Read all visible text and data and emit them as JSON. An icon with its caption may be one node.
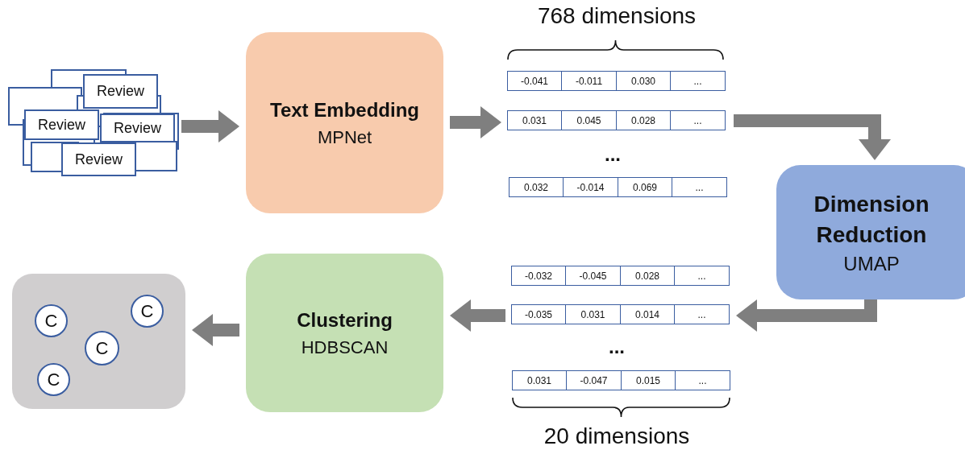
{
  "diagram": {
    "nodes": [
      {
        "text": [
          "Review"
        ]
      },
      {
        "text": [
          "Review"
        ]
      },
      {
        "text": [
          "Review"
        ]
      },
      {
        "text": [
          "Review"
        ]
      },
      {
        "text": [
          "Text Embedding",
          "MPNet"
        ]
      },
      {
        "text": [
          "-0.041",
          "-0.011",
          "0.030",
          "..."
        ]
      },
      {
        "text": [
          "0.031",
          "0.045",
          "0.028",
          "..."
        ]
      },
      {
        "text": [
          "0.032",
          "-0.014",
          "0.069",
          "..."
        ]
      },
      {
        "text": [
          "Dimension Reduction",
          "UMAP"
        ]
      },
      {
        "text": [
          "-0.032",
          "-0.045",
          "0.028",
          "..."
        ]
      },
      {
        "text": [
          "-0.035",
          "0.031",
          "0.014",
          "..."
        ]
      },
      {
        "text": [
          "0.031",
          "-0.047",
          "0.015",
          "..."
        ]
      },
      {
        "text": [
          "Clustering",
          "HDBSCAN"
        ]
      },
      {
        "text": [],
        "shape": "box"
      },
      {
        "text": [
          "C"
        ],
        "in": 13
      },
      {
        "text": [
          "C"
        ],
        "in": 13
      },
      {
        "text": [
          "C"
        ],
        "in": 13
      },
      {
        "text": [
          "C"
        ],
        "in": 13
      }
    ],
    "edges": [
      {
        "from": 2,
        "to": 4,
        "arrow": "to"
      },
      {
        "from": 4,
        "to": 6,
        "arrow": "to"
      },
      {
        "from": 6,
        "to": 8,
        "arrow": "to"
      },
      {
        "from": 8,
        "to": 10,
        "arrow": "to"
      },
      {
        "from": 10,
        "to": 12,
        "arrow": "to"
      },
      {
        "from": 12,
        "to": 13,
        "arrow": "to"
      }
    ],
    "labels": [
      "768 dimensions",
      "...",
      "...",
      "20 dimensions"
    ]
  }
}
